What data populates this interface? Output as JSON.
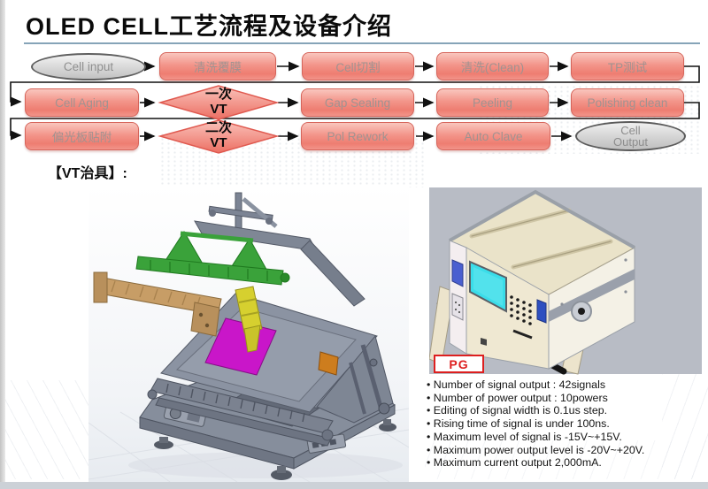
{
  "title": "OLED CELL工艺流程及设备介绍",
  "section_label": "【VT治具】:",
  "flow": {
    "cell_input": "Cell input",
    "clean_film": "清洗覆膜",
    "cell_cut": "Cell切割",
    "clean": "清洗(Clean)",
    "tp_test": "TP测试",
    "cell_aging": "Cell Aging",
    "vt1_line1": "一次",
    "vt1_line2": "VT",
    "gap_sealing": "Gap Sealing",
    "peeling": "Peeling",
    "polishing_clean": "Polishing clean",
    "polarizer_attach": "偏光板贴附",
    "vt2_line1": "二次",
    "vt2_line2": "VT",
    "pol_rework": "Pol Rework",
    "auto_clave": "Auto Clave",
    "cell_output_line1": "Cell",
    "cell_output_line2": "Output"
  },
  "pg_label": "PG",
  "specs": [
    "Number of signal output : 42signals",
    "Number of power output : 10powers",
    "Editing of signal width is 0.1us step.",
    "Rising time of signal is under 100ns.",
    "Maximum level of signal is -15V~+15V.",
    "Maximum power output level is -20V~+20V.",
    "Maximum current output 2,000mA."
  ],
  "colors": {
    "process_box_fill": "#ee7d71",
    "process_box_border": "#d6655b",
    "terminal_fill": "#d9d9d9",
    "title_underline": "#86a4b8",
    "pg_red": "#dd1f1f",
    "machine_panel_magenta": "#c916c9",
    "machine_rail_green": "#3aa23a",
    "machine_arm_tan": "#c79d66",
    "instrument_screen_cyan": "#3adde9"
  }
}
